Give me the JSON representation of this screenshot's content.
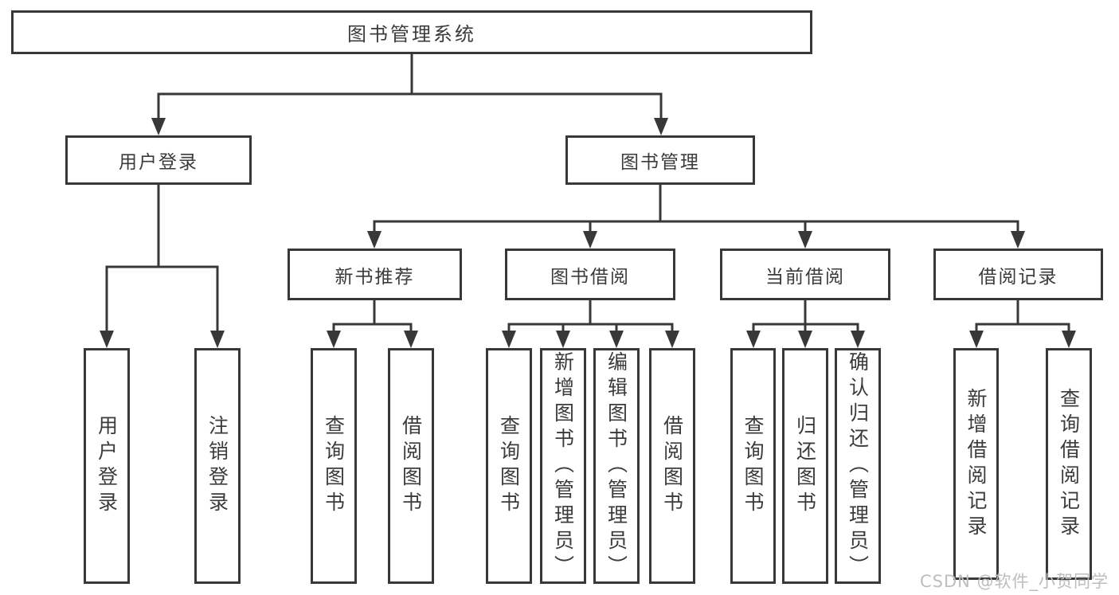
{
  "colors": {
    "line": "#383838",
    "box_border": "#383838",
    "text": "#3b3b3b",
    "watermark": "#bdbdbd",
    "background": "#ffffff"
  },
  "watermark": {
    "text": "CSDN @软件_小贺同学"
  },
  "tree": {
    "root": {
      "label": "图书管理系统",
      "children": [
        {
          "label": "用户登录",
          "children": [
            {
              "label": "用户登录"
            },
            {
              "label": "注销登录"
            }
          ]
        },
        {
          "label": "图书管理",
          "children": [
            {
              "label": "新书推荐",
              "children": [
                {
                  "label": "查询图书"
                },
                {
                  "label": "借阅图书"
                }
              ]
            },
            {
              "label": "图书借阅",
              "children": [
                {
                  "label": "查询图书"
                },
                {
                  "label": "新增图书（管理员）"
                },
                {
                  "label": "编辑图书（管理员）"
                },
                {
                  "label": "借阅图书"
                }
              ]
            },
            {
              "label": "当前借阅",
              "children": [
                {
                  "label": "查询图书"
                },
                {
                  "label": "归还图书"
                },
                {
                  "label": "确认归还（管理员）"
                }
              ]
            },
            {
              "label": "借阅记录",
              "children": [
                {
                  "label": "新增借阅记录"
                },
                {
                  "label": "查询借阅记录"
                }
              ]
            }
          ]
        }
      ]
    }
  }
}
